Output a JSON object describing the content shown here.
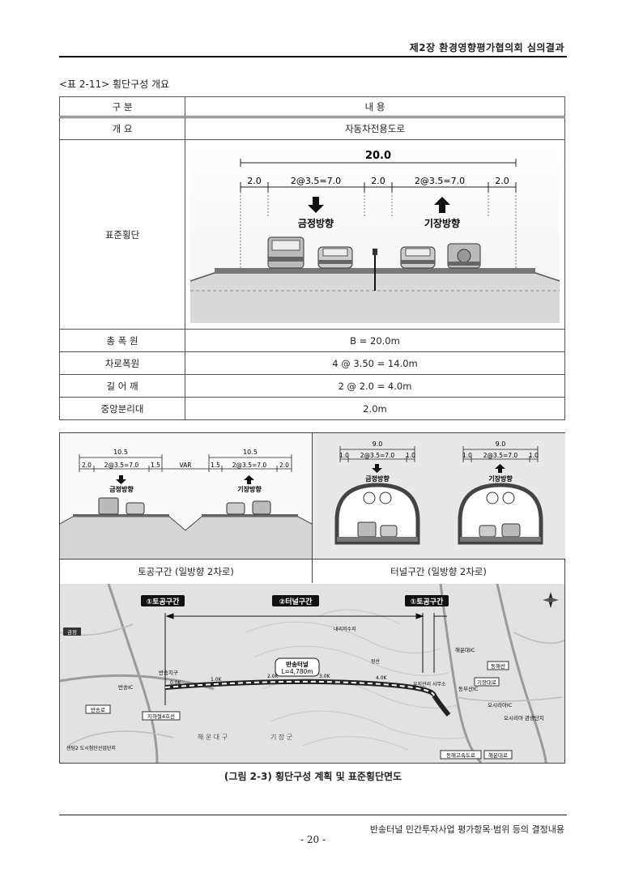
{
  "header": {
    "title": "제2장 환경영향평가협의회 심의결과"
  },
  "table": {
    "caption": "<표 2-11>  횡단구성 개요",
    "head": [
      "구  분",
      "내  용"
    ],
    "rows": [
      {
        "label": "개     요",
        "value": "자동차전용도로"
      },
      {
        "label": "표준횡단"
      },
      {
        "label": "총 폭 원",
        "value": "B = 20.0m"
      },
      {
        "label": "차로폭원",
        "value": "4 @ 3.50 = 14.0m"
      },
      {
        "label": "길 어 깨",
        "value": "2 @ 2.0 = 4.0m"
      },
      {
        "label": "중앙분리대",
        "value": "2.0m"
      }
    ],
    "section": {
      "total": "20.0",
      "dims": [
        "2.0",
        "2@3.5=7.0",
        "2.0",
        "2@3.5=7.0",
        "2.0"
      ],
      "dir_left": "금정방향",
      "dir_right": "기장방향"
    }
  },
  "figure": {
    "earthwork": {
      "totals": [
        "10.5",
        "10.5"
      ],
      "dims": [
        "2.0",
        "2@3.5=7.0",
        "1.5",
        "VAR",
        "1.5",
        "2@3.5=7.0",
        "2.0"
      ],
      "dir_left": "금정방향",
      "dir_right": "기장방향",
      "caption": "토공구간 (일방향 2차로)"
    },
    "tunnel": {
      "totals": [
        "9.0",
        "9.0"
      ],
      "dims_left": [
        "1.0",
        "2@3.5=7.0",
        "1.0"
      ],
      "dims_right": [
        "1.0",
        "2@3.5=7.0",
        "1.0"
      ],
      "dir_left": "금정방향",
      "dir_right": "기장방향",
      "caption": "터널구간 (일방향 2차로)"
    },
    "map": {
      "sections": [
        "①토공구간",
        "②터널구간",
        "①토공구간"
      ],
      "tunnel_name": "반송터널",
      "tunnel_length": "L=4,780m",
      "chainage": [
        "0.0K",
        "1.0K",
        "2.0K",
        "3.0K",
        "4.0K"
      ],
      "labels": {
        "geumjeong": "금정",
        "bansong_district": "반송지구",
        "bansong_ic": "반송IC",
        "bansong": "반송로",
        "subway": "지하철4호선",
        "industrial": "센텀2 도시첨단산업단지",
        "maintenance": "유지관리 사무소",
        "haeundae_ic": "해운대IC",
        "donghae_line": "동해선",
        "gijang_road": "기장대로",
        "dongbu_ic": "동부산IC",
        "osiria": "오시리아 관광단지",
        "osiria_ic": "오시리아IC",
        "donghae_expressway": "동해고속도로",
        "haeun_road": "해운대로",
        "haeundae_gu": "해 운 대 구",
        "gijang_gun": "기 장 군",
        "reservoir": "내리저수지",
        "mountain": "장산"
      }
    }
  },
  "figcaption": "(그림 2-3)  횡단구성 계획 및 표준횡단면도",
  "footer": {
    "text": "반송터널 민간투자사업 평가항목·범위 등의 결정내용",
    "page": "- 20 -"
  }
}
